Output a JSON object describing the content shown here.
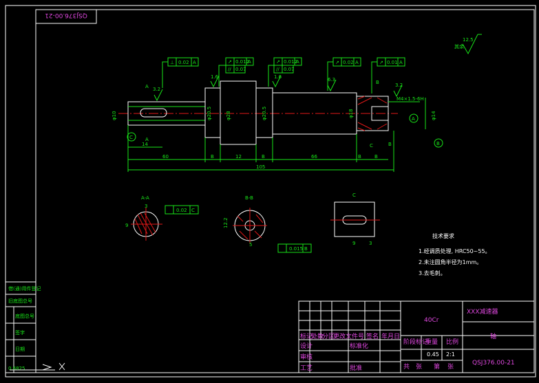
{
  "drawing": {
    "number_rotated": "QSJ376.00-21",
    "top_roughness": {
      "value": "12.5",
      "note": "其余"
    },
    "tech_requirements": {
      "title": "技术要求",
      "items": [
        "1.经调质处理, HRC50~55。",
        "2.未注圆角半径为1mm。",
        "3.去毛刺。"
      ]
    }
  },
  "main_view": {
    "tolerance_frames": [
      {
        "sym": "⊥",
        "value": "0.02",
        "datum": "A"
      },
      {
        "sym": "↗",
        "value": "0.012",
        "datum": "A"
      },
      {
        "sym": "//",
        "value": "0.07",
        "datum": ""
      },
      {
        "sym": "↗",
        "value": "0.012",
        "datum": "A"
      },
      {
        "sym": "//",
        "value": "0.07",
        "datum": ""
      },
      {
        "sym": "↗",
        "value": "0.02",
        "datum": "A"
      },
      {
        "sym": "↗",
        "value": "0.01",
        "datum": "A"
      }
    ],
    "roughness": [
      "3.2",
      "1.6",
      "1.6",
      "6.3",
      "3.2"
    ],
    "thread": "M4×1.5-6H",
    "diameters": [
      "φ10",
      "φ20.5",
      "φ28",
      "φ20.5",
      "φ18",
      "φ14"
    ],
    "datum_labels": [
      "A",
      "A",
      "B",
      "B",
      "C",
      "C",
      "A",
      "B"
    ],
    "dims": {
      "d14": "14",
      "d60": "60",
      "d12": "12",
      "d66": "66",
      "d105": "105",
      "b1": "B",
      "b2": "B",
      "b3": "B",
      "b4": "B"
    }
  },
  "section_aa": {
    "title": "A-A",
    "w": "3",
    "h": "9",
    "tol": "0.02",
    "datum": "C"
  },
  "section_bb": {
    "title": "B-B",
    "h": "12.2",
    "w": "5",
    "tol": "0.015",
    "datum": "B"
  },
  "detail_c": {
    "title": "C",
    "w": "9",
    "d": "3"
  },
  "title_block": {
    "material": "40Cr",
    "company": "XXX减速器",
    "part_name": "轴",
    "drawing_no": "QSJ376.00-21",
    "scale": "2:1",
    "weight": "0.45",
    "row_labels": [
      "标记",
      "设计",
      "审核",
      "工艺"
    ],
    "col_labels": [
      "处数",
      "分区",
      "更改文件号",
      "签名",
      "年月日"
    ],
    "sub_labels": [
      "阶段标记",
      "重量",
      "比例"
    ],
    "sheet": [
      "共",
      "张",
      "第",
      "张"
    ],
    "std": "标准化",
    "approve": "批准"
  },
  "side_table": {
    "rows": [
      "借(通)用件登记",
      "旧底图总号",
      "底图总号",
      "签字",
      "日期"
    ],
    "footer": "0.6825"
  }
}
